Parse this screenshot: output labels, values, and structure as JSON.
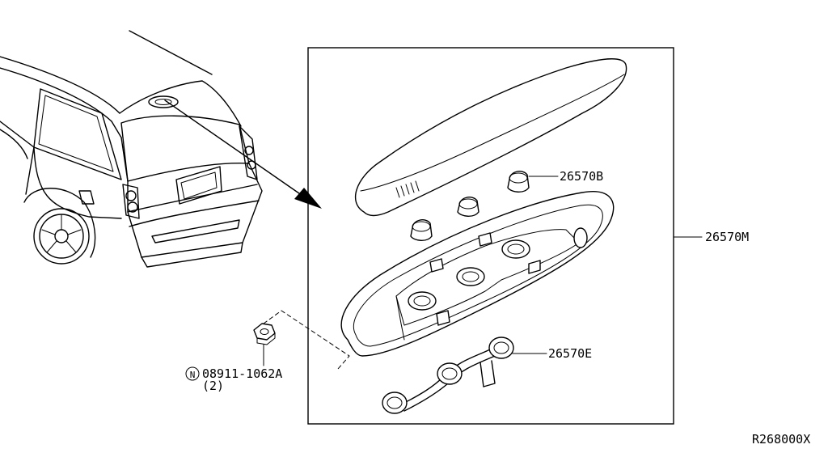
{
  "labels": {
    "p1": "26570B",
    "p2": "26570M",
    "p3": "26570E",
    "nut_symbol": "N",
    "nut": "08911-1062A",
    "nut_qty": "(2)",
    "diagram_code": "R268000X"
  }
}
